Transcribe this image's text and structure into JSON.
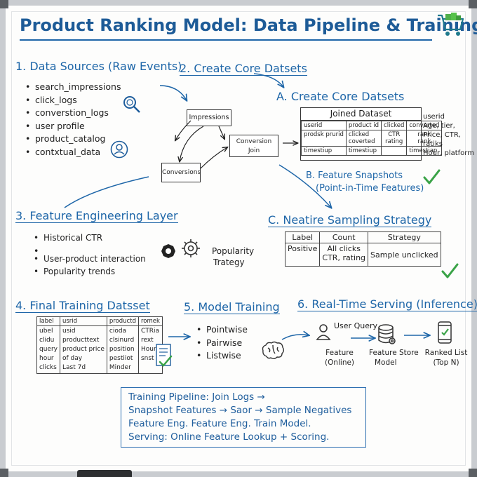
{
  "title": "Product Ranking Model: Data Pipeline & Training",
  "section1": {
    "heading": "1. Data Sources (Raw Events)",
    "items": [
      "search_impressions",
      "click_logs",
      "converstion_logs",
      "user profile",
      "product_catalog",
      "contxtual_data"
    ]
  },
  "section2": {
    "heading": "2. Create Core Datsets"
  },
  "flow": {
    "impressions": "Impressions",
    "conversion_join_line1": "Conversion",
    "conversion_join_line2": "Join",
    "conversions": "Conversions"
  },
  "sectionA": {
    "heading": "A. Create Core Datsets",
    "table_title": "Joined Dataset",
    "rows": [
      [
        "userid",
        "product id",
        "clicked",
        "converted"
      ],
      [
        "prodsk prurid",
        "clicked\ncoverted",
        "CTR\nrating",
        "rank\nrank"
      ],
      [
        "timestiup",
        "timestiup",
        "",
        "timestiap"
      ]
    ],
    "side_notes": [
      "userid",
      "Age, tier,",
      "Price, CTR, ratiks",
      "Hour, platform"
    ]
  },
  "sectionB": {
    "heading": "B. Feature Snapshots",
    "subheading": "(Point-in-Time Features)"
  },
  "section3": {
    "heading": "3. Feature Engineering Layer",
    "items": [
      "Historical CTR",
      "User-product interaction",
      "Popularity trends"
    ],
    "popularity_line1": "Popularity",
    "popularity_line2": "Trategy"
  },
  "sectionC": {
    "heading": "C. Neatire Sampling Strategy",
    "headers": [
      "Label",
      "Count",
      "Strategy"
    ],
    "row": [
      "Positive",
      "All clicks\nCTR, rating",
      "Sample unclicked"
    ]
  },
  "section4": {
    "heading": "4. Final Training Datsset",
    "rows": [
      [
        "label",
        "usrid",
        "productd",
        "romek"
      ],
      [
        "ubel\nclidu\nquery\nhour\nclicks",
        "usid\nproducttext\nproduct price\nof day\nLast 7d",
        "cioda\nclsinurd\nposition\npestiiot\nMinder",
        "CTRia\nrext\nHour-\nsnst"
      ]
    ]
  },
  "section5": {
    "heading": "5. Model Training",
    "items": [
      "Pointwise",
      "Pairwise",
      "Listwise"
    ]
  },
  "section6": {
    "heading": "6. Real-Time Serving (Inference)",
    "user_query": "User Query",
    "feature_line1": "Feature",
    "feature_line2": "(Online)",
    "store_line1": "Feature Store",
    "store_line2": "Model",
    "ranked_line1": "Ranked List",
    "ranked_line2": "(Top N)"
  },
  "summary": [
    "Training Pipeline: Join Logs →",
    "Snapshot Features → Saor → Sample Negatives",
    "Feature Eng.  Feature Eng.   Train Model.",
    "Serving: Online Feature Lookup + Scoring."
  ],
  "colors": {
    "heading": "#1e66a8",
    "title": "#1d5b97",
    "check": "#3aa347",
    "ink": "#1f1f1f"
  },
  "icons": [
    "cart-icon",
    "search-icon",
    "user-icon",
    "gears-icon",
    "document-check-icon",
    "brain-icon",
    "database-icon",
    "phone-icon",
    "checkmark-icon"
  ]
}
